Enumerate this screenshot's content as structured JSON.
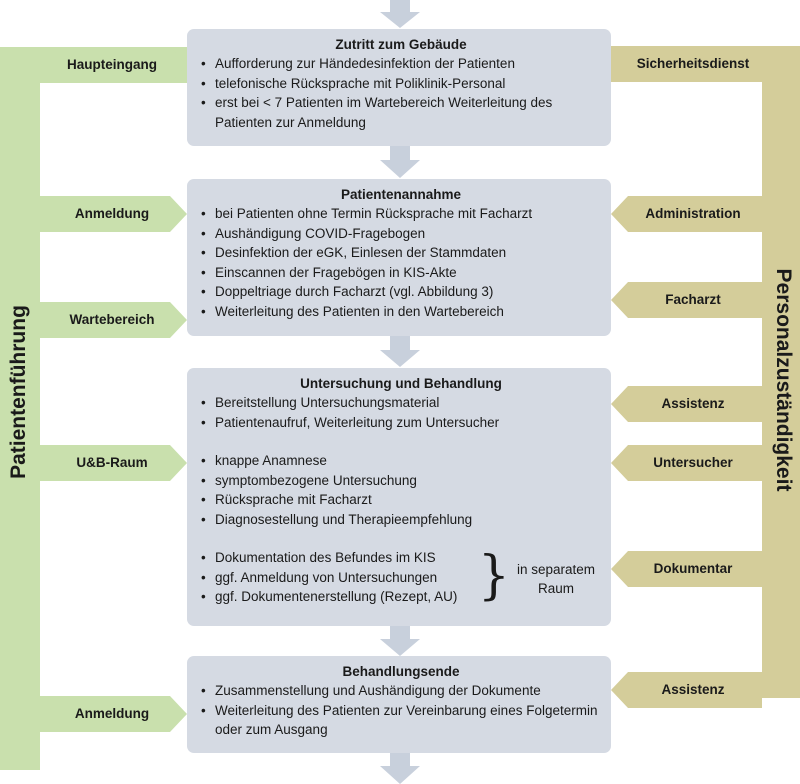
{
  "colors": {
    "green": "#c9e0ad",
    "khaki": "#d4cd9a",
    "box": "#d5dae3",
    "connector_arrow": "#c8d0dc"
  },
  "left_title": "Patientenführung",
  "right_title": "Personalzuständigkeit",
  "boxes": {
    "zutritt": {
      "title": "Zutritt zum Gebäude",
      "items": [
        "Aufforderung zur Händedesinfektion der Patienten",
        "telefonische Rücksprache mit Poliklinik-Personal",
        "erst bei < 7 Patienten im Wartebereich Weiterleitung des Patienten zur Anmeldung"
      ]
    },
    "annahme": {
      "title": "Patientenannahme",
      "items": [
        "bei Patienten ohne Termin Rücksprache mit Facharzt",
        "Aushändigung COVID-Fragebogen",
        "Desinfektion der eGK, Einlesen der Stammdaten",
        "Einscannen der Fragebögen in KIS-Akte",
        "Doppeltriage durch Facharzt (vgl. Abbildung 3)",
        "Weiterleitung des Patienten in den Wartebereich"
      ]
    },
    "untersuchung": {
      "title": "Untersuchung und Behandlung",
      "group1": [
        "Bereitstellung Untersuchungsmaterial",
        "Patientenaufruf, Weiterleitung zum Untersucher"
      ],
      "group2": [
        "knappe Anamnese",
        "symptombezogene Untersuchung",
        "Rücksprache mit Facharzt",
        "Diagnosestellung und Therapieempfehlung"
      ],
      "group3": [
        "Dokumentation des Befundes im KIS",
        "ggf. Anmeldung von Untersuchungen",
        "ggf. Dokumentenerstellung (Rezept, AU)"
      ],
      "brace_note": "in separatem Raum"
    },
    "ende": {
      "title": "Behandlungsende",
      "items": [
        "Zusammenstellung und Aushändigung der Dokumente",
        "Weiterleitung des Patienten zur Vereinbarung eines Folgetermin oder zum Ausgang"
      ]
    }
  },
  "left_labels": [
    "Haupteingang",
    "Anmeldung",
    "Wartebereich",
    "U&B-Raum",
    "Anmeldung"
  ],
  "right_labels": [
    "Sicherheitsdienst",
    "Administration",
    "Facharzt",
    "Assistenz",
    "Untersucher",
    "Dokumentar",
    "Assistenz"
  ]
}
